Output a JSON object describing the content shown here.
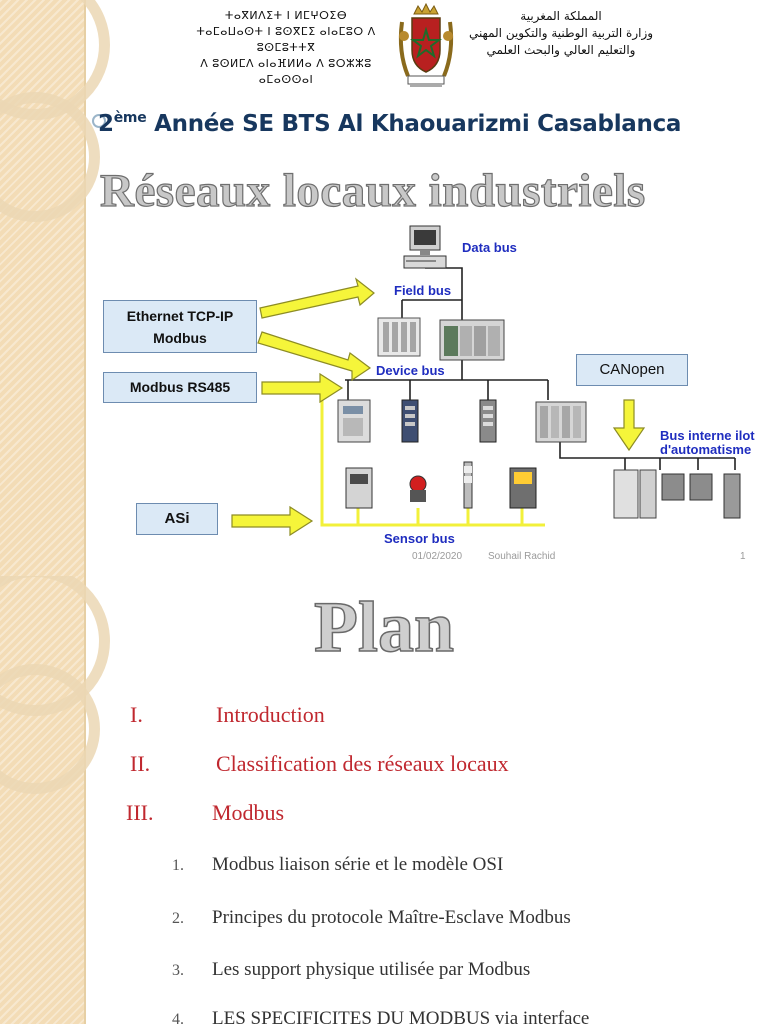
{
  "header": {
    "tifinagh_lines": [
      "ⵜⴰⴳⵍⴷⵉⵜ ⵏ ⵍⵎⵖⵔⵉⴱ",
      "ⵜⴰⵎⴰⵡⴰⵙⵜ ⵏ ⵓⵙⴳⵎⵉ ⴰⵏⴰⵎⵓⵔ ⴷ ⵓⵙⵎⵓⵜⵜⴳ",
      "ⴷ ⵓⵙⵍⵎⴷ ⴰⵏⴰⴼⵍⵍⴰ ⴷ ⵓⵔⵣⵣⵓ ⴰⵎⴰⵙⵙⴰⵏ"
    ],
    "arabic_lines": [
      "المملكة المغربية",
      "وزارة التربية الوطنية والتكوين المهني",
      "والتعليم العالي والبحث العلمي"
    ]
  },
  "slide1": {
    "class_prefix": "2",
    "class_sup": "ème",
    "class_rest": " Année SE BTS Al Khaouarizmi Casablanca",
    "title": "Réseaux locaux industriels",
    "diagram": {
      "bus_labels": {
        "data_bus": "Data bus",
        "field_bus": "Field bus",
        "device_bus": "Device bus",
        "sensor_bus": "Sensor bus",
        "bus_interne_1": "Bus interne ilot",
        "bus_interne_2": "d'automatisme"
      },
      "boxes": {
        "ethernet_1": "Ethernet TCP-IP",
        "ethernet_2": "Modbus",
        "modbus_rs485": "Modbus RS485",
        "canopen": "CANopen",
        "asi": "ASi"
      },
      "colors": {
        "bus_label": "#1f2dbf",
        "arrow": "#f5f53a",
        "bus_line": "#f2f03a",
        "box_fill": "#dbe9f6"
      }
    },
    "footer": {
      "date": "01/02/2020",
      "author": "Souhail Rachid",
      "page": "1"
    }
  },
  "slide2": {
    "title": "Plan",
    "items": [
      {
        "num": "I.",
        "text": "Introduction"
      },
      {
        "num": "II.",
        "text": "Classification des réseaux locaux"
      },
      {
        "num": "III.",
        "text": "Modbus"
      }
    ],
    "subitems": [
      {
        "num": "1.",
        "text": "Modbus liaison série et le modèle OSI"
      },
      {
        "num": "2.",
        "text": "Principes du protocole Maître-Esclave Modbus"
      },
      {
        "num": "3.",
        "text": "Les support physique utilisée par Modbus"
      },
      {
        "num": "4.",
        "text": "LES SPECIFICITES DU MODBUS via interface"
      }
    ]
  }
}
